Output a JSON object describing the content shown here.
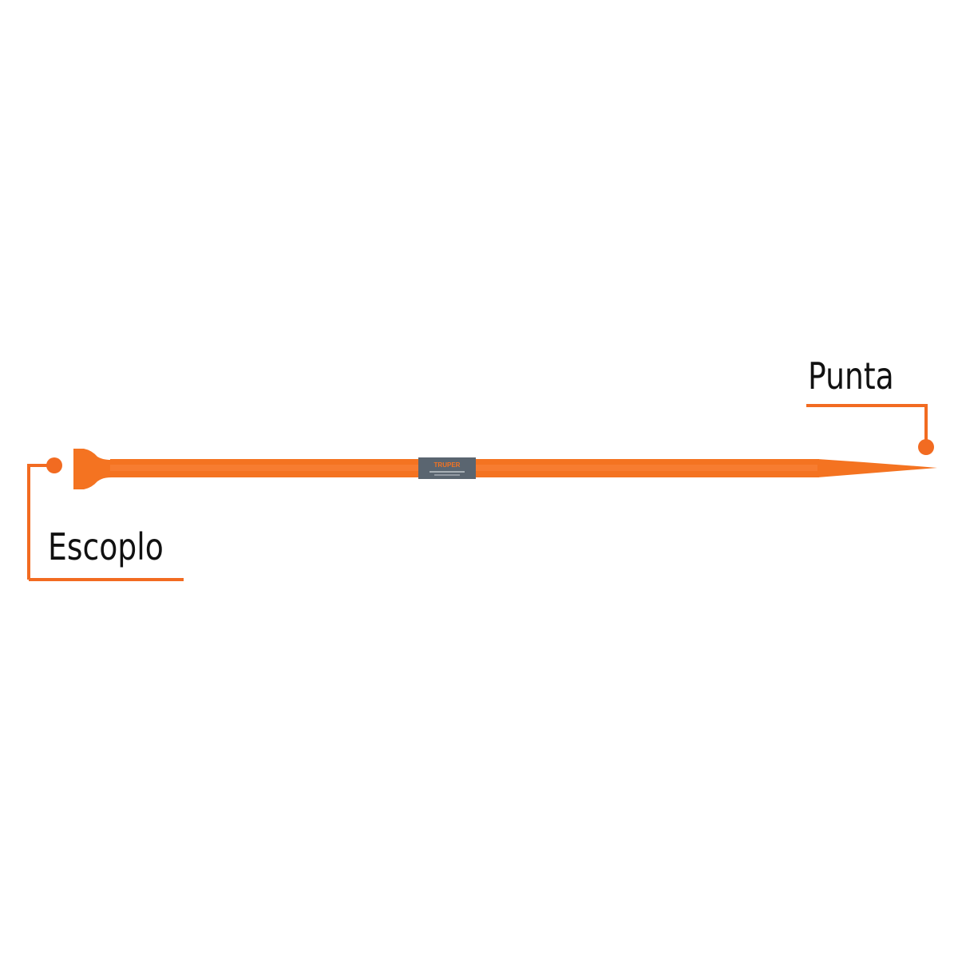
{
  "product": {
    "brand": "TRUPER",
    "brand_color": "#5a6570",
    "tool_color": "#f47321",
    "accent_color": "#f26b21"
  },
  "callouts": [
    {
      "id": "punta",
      "label": "Punta"
    },
    {
      "id": "escoplo",
      "label": "Escoplo"
    }
  ]
}
